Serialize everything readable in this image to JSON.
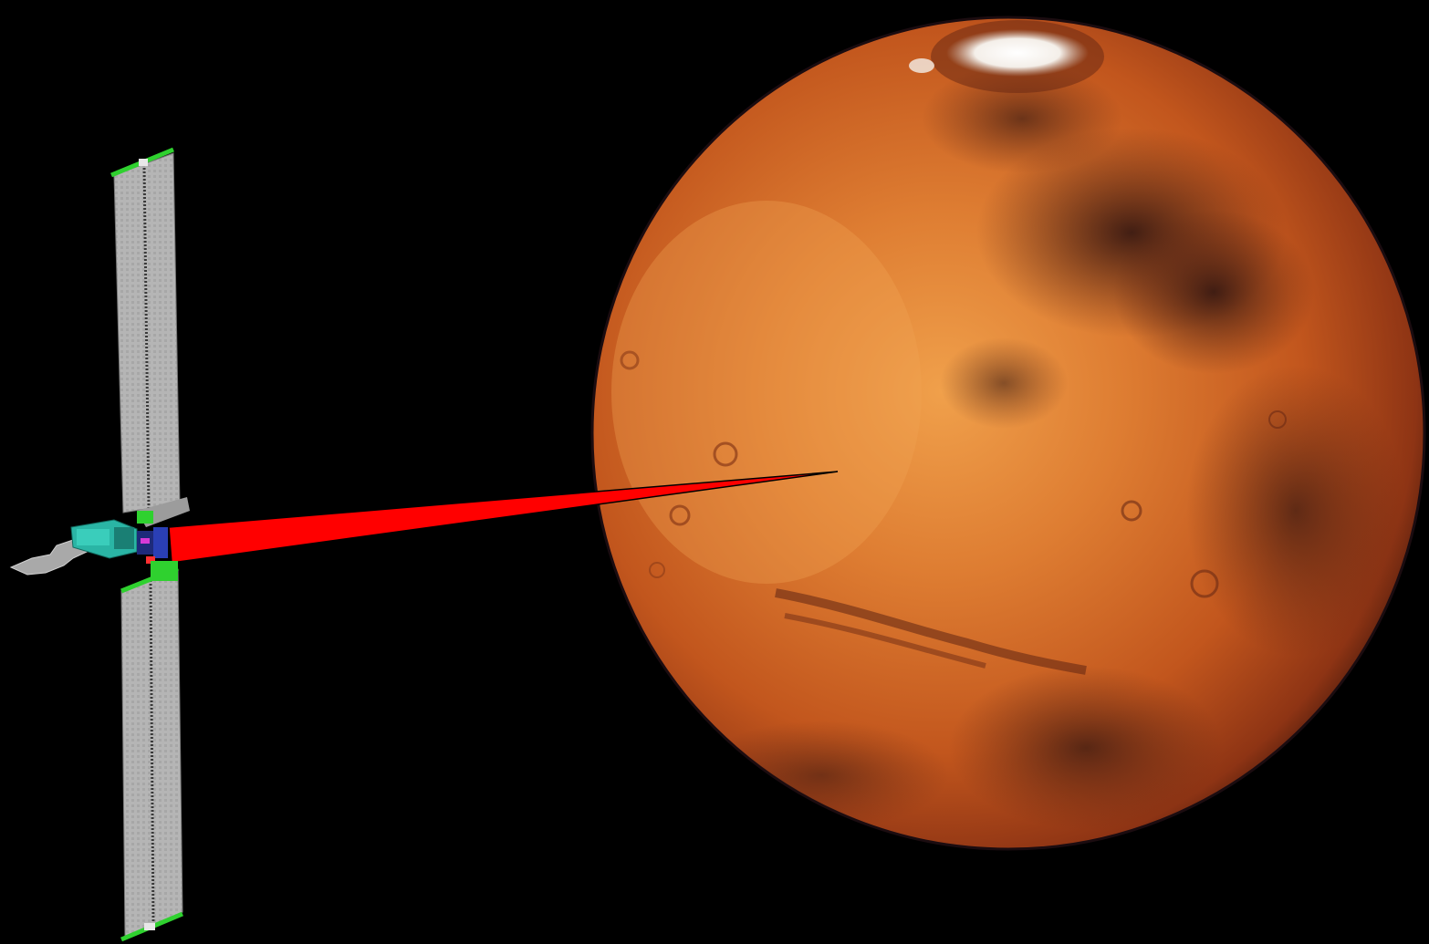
{
  "scene": {
    "background_color": "#000000",
    "objects": [
      {
        "name": "spacecraft",
        "icon": "satellite-with-solar-panels"
      },
      {
        "name": "beam",
        "icon": "laser-beam",
        "color": "#ff0000"
      },
      {
        "name": "planet",
        "icon": "mars-planet"
      }
    ]
  },
  "colors": {
    "planet_base": "#c2561d",
    "planet_highlight": "#f0a04b",
    "planet_dark": "#3a1a12",
    "polar_cap": "#f4efe9",
    "panel_gray": "#b5b5b5",
    "panel_green": "#2fd12f",
    "body_teal": "#2ab5a5",
    "beam_red": "#ff0000"
  }
}
